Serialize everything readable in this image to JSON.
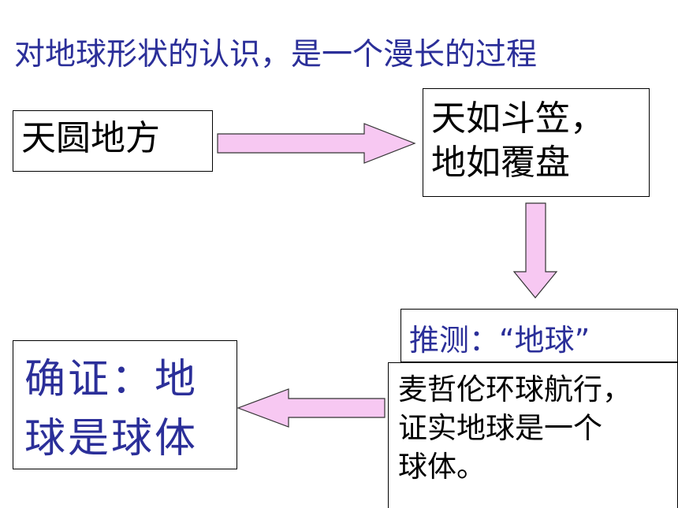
{
  "title": "对地球形状的认识，是一个漫长的过程",
  "boxes": {
    "tianyuan": "天圆地方",
    "tianru": {
      "line1": "天如斗笠，",
      "line2": "地如覆盘"
    },
    "tuice": "推测：“地球”",
    "magellan": {
      "line1": "麦哲伦环球航行，",
      "line2": "证实地球是一个",
      "line3": "球体。"
    },
    "quezheng": {
      "line1": "确证：地",
      "line2": "球是球体"
    }
  },
  "colors": {
    "title": "#2b2f99",
    "arrow_fill": "#f7c8f2",
    "text_blue": "#2b2f99"
  }
}
